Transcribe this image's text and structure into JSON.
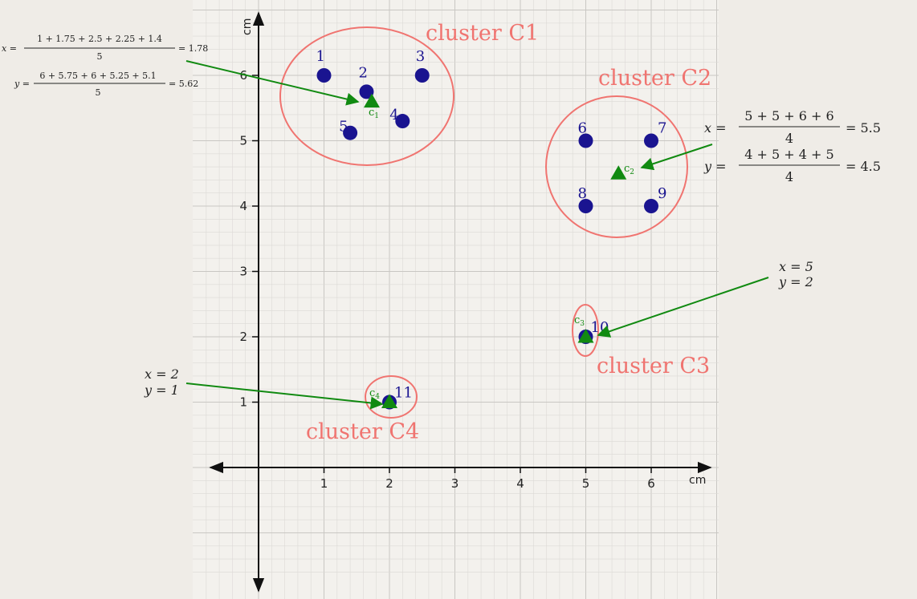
{
  "axes": {
    "x_unit": "cm",
    "y_unit": "cm",
    "x_ticks": [
      "1",
      "2",
      "3",
      "4",
      "5",
      "6"
    ],
    "y_ticks": [
      "1",
      "2",
      "3",
      "4",
      "5",
      "6"
    ]
  },
  "points": [
    {
      "label": "1",
      "x": 1,
      "y": 6
    },
    {
      "label": "2",
      "x": 1.65,
      "y": 5.75
    },
    {
      "label": "3",
      "x": 2.5,
      "y": 6
    },
    {
      "label": "4",
      "x": 2.2,
      "y": 5.3
    },
    {
      "label": "5",
      "x": 1.4,
      "y": 5.12
    },
    {
      "label": "6",
      "x": 5,
      "y": 5
    },
    {
      "label": "7",
      "x": 6,
      "y": 5
    },
    {
      "label": "8",
      "x": 5,
      "y": 4
    },
    {
      "label": "9",
      "x": 6,
      "y": 4
    },
    {
      "label": "10",
      "x": 5,
      "y": 2
    },
    {
      "label": "11",
      "x": 2,
      "y": 1
    }
  ],
  "centroids": [
    {
      "sub": "1",
      "x": 1.73,
      "y": 5.6
    },
    {
      "sub": "2",
      "x": 5.5,
      "y": 4.5
    },
    {
      "sub": "3",
      "x": 5,
      "y": 2
    },
    {
      "sub": "4",
      "x": 2,
      "y": 1
    }
  ],
  "clusters": [
    "cluster C1",
    "cluster C2",
    "cluster C3",
    "cluster C4"
  ],
  "annotations": {
    "c1": {
      "x_lhs": "x =",
      "x_num": "1 + 1.75 + 2.5 + 2.25 + 1.4",
      "x_den": "5",
      "x_res": "= 1.78",
      "y_lhs": "y =",
      "y_num": "6 + 5.75 + 6 + 5.25 + 5.1",
      "y_den": "5",
      "y_res": "= 5.62"
    },
    "c2": {
      "x_lhs": "x =",
      "x_num": "5 + 5 + 6 + 6",
      "x_den": "4",
      "x_res": "= 5.5",
      "y_lhs": "y =",
      "y_num": "4 + 5 + 4 + 5",
      "y_den": "4",
      "y_res": "= 4.5"
    },
    "c3": {
      "x": "x = 5",
      "y": "y = 2"
    },
    "c4": {
      "x": "x = 2",
      "y": "y = 1"
    }
  },
  "colors": {
    "background": "#efece7",
    "grid_minor": "#dcdad6",
    "grid_major": "#c9c7c3",
    "point": "#1a1490",
    "centroid": "#118a11",
    "cluster": "#f07470",
    "arrow": "#118a11"
  }
}
